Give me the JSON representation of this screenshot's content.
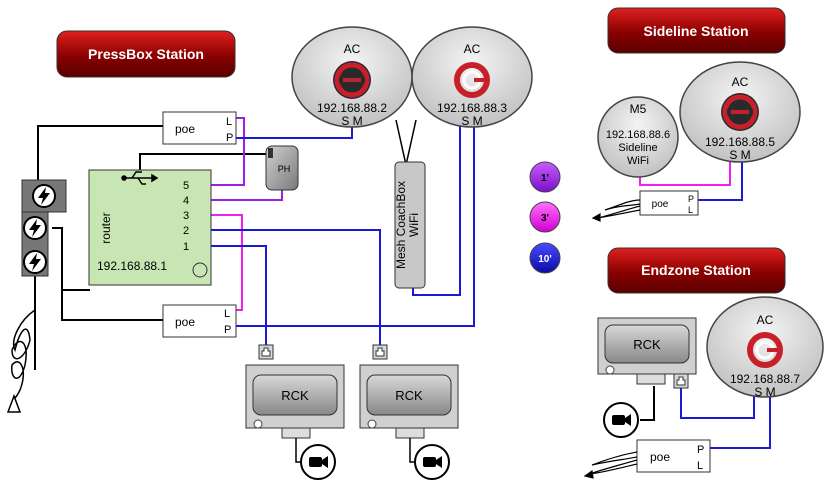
{
  "stations": {
    "pressbox": "PressBox Station",
    "sideline": "Sideline Station",
    "endzone": "Endzone Station"
  },
  "ac": {
    "label": "AC",
    "ips": [
      "192.168.88.2",
      "192.168.88.3",
      "192.168.88.5",
      "192.168.88.7"
    ],
    "ports": "S M"
  },
  "m5": {
    "label": "M5",
    "ip": "192.168.88.6",
    "line1": "Sideline",
    "line2": "WiFi"
  },
  "poe": {
    "label": "poe",
    "port_l": "L",
    "port_p": "P"
  },
  "router": {
    "label": "router",
    "ip": "192.168.88.1",
    "ports": [
      "5",
      "4",
      "3",
      "2",
      "1"
    ],
    "usb_symbol": "⭠⟷"
  },
  "ph": {
    "label": "PH"
  },
  "mesh": {
    "label1": "Mesh CoachBox",
    "label2": "WiFi"
  },
  "rck": {
    "label": "RCK"
  },
  "legend": [
    "1'",
    "3'",
    "10'"
  ],
  "colors": {
    "title_dark": "#6b0000",
    "title_light": "#c01010",
    "purple": "#9b1fe8",
    "magenta": "#f01ef0",
    "blue": "#1a1ad8",
    "router_green": "#c8e6b4",
    "device_gray": "#c8c8c8",
    "logo_red": "#c8202a"
  },
  "icons": [
    "lightning-icon",
    "usb-icon",
    "camera-icon",
    "network-port-icon",
    "logo-icon"
  ]
}
